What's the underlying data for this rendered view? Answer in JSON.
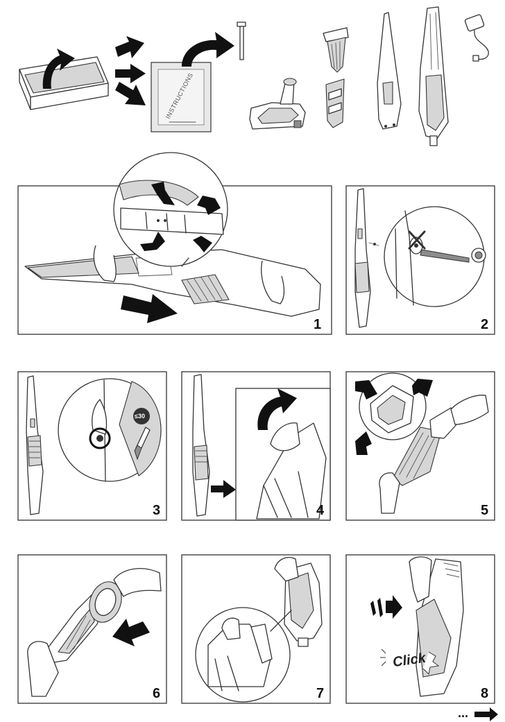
{
  "box_contents": {
    "instructions_label": "INSTRUCTIONS"
  },
  "steps": [
    {
      "number": "1"
    },
    {
      "number": "2"
    },
    {
      "number": "3"
    },
    {
      "number": "4"
    },
    {
      "number": "5"
    },
    {
      "number": "6"
    },
    {
      "number": "7"
    },
    {
      "number": "8"
    }
  ],
  "step3": {
    "badge_label": "≤30"
  },
  "step8": {
    "click_label": "Click"
  },
  "continue": {
    "dots_label": "..."
  },
  "colors": {
    "line": "#333333",
    "grey_fill": "#d6d6d6",
    "arrow": "#111111"
  }
}
